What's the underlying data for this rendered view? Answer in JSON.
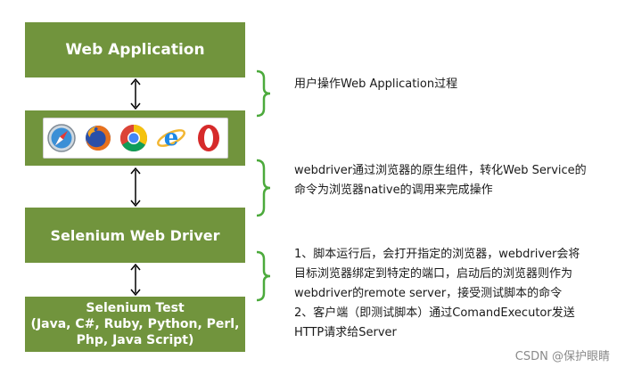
{
  "layers": {
    "web_application": "Web Application",
    "selenium_web_driver": "Selenium Web Driver",
    "selenium_test_title": "Selenium Test",
    "selenium_test_langs_1": "(Java, C#, Ruby, Python, Perl,",
    "selenium_test_langs_2": "Php, Java Script)"
  },
  "browsers": [
    "safari-icon",
    "firefox-icon",
    "chrome-icon",
    "ie-icon",
    "opera-icon"
  ],
  "notes": {
    "note1": "用户操作Web Application过程",
    "note2_line1": "webdriver通过浏览器的原生组件，转化Web Service的",
    "note2_line2": "命令为浏览器native的调用来完成操作",
    "note3_line1": "1、脚本运行后，会打开指定的浏览器，webdriver会将",
    "note3_line2": "目标浏览器绑定到特定的端口，启动后的浏览器则作为",
    "note3_line3": "webdriver的remote server，接受测试脚本的命令",
    "note3_line4": "2、客户端（即测试脚本）通过ComandExecutor发送",
    "note3_line5": "HTTP请求给Server"
  },
  "watermark": "CSDN @保护眼睛",
  "colors": {
    "box": "#71943d",
    "brace": "#4caa3c",
    "text": "#1a1a1a"
  }
}
